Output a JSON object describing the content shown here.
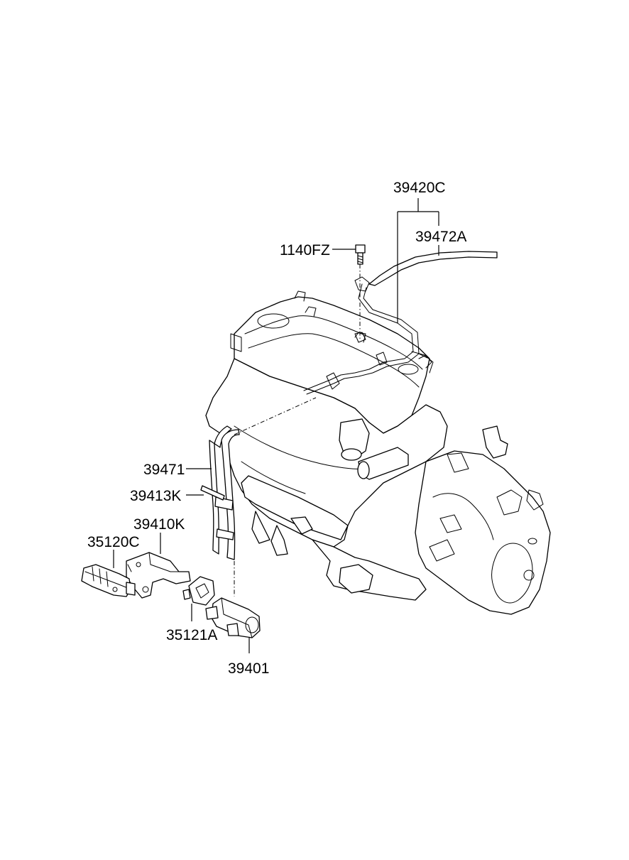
{
  "labels": {
    "l39420C": "39420C",
    "l39472A": "39472A",
    "l1140FZ": "1140FZ",
    "l39471": "39471",
    "l39413K": "39413K",
    "l39410K": "39410K",
    "l35120C": "35120C",
    "l35121A": "35121A",
    "l39401": "39401"
  }
}
